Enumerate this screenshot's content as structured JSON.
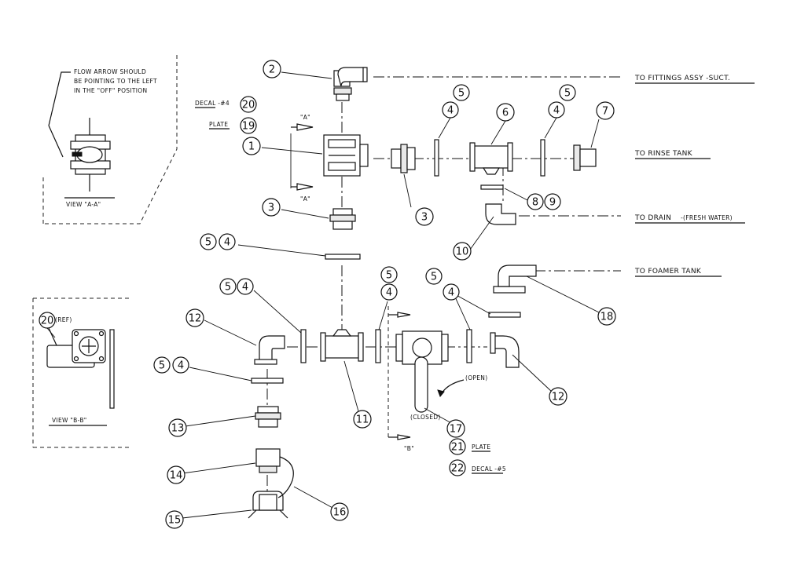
{
  "notes": {
    "flow_line1": "FLOW ARROW SHOULD",
    "flow_line2": "BE POINTING TO THE LEFT",
    "flow_line3": "IN THE \"OFF\" POSITION",
    "view_aa": "VIEW \"A-A\"",
    "view_bb": "VIEW \"B-B\"",
    "ref": "(REF)",
    "section_a": "\"A\"",
    "section_b": "\"B\"",
    "open": "(OPEN)",
    "closed": "(CLOSED)"
  },
  "labels": {
    "decal_top": "DECAL -#4",
    "plate_top": "PLATE",
    "plate_bottom": "PLATE",
    "decal_bottom": "DECAL -#5"
  },
  "destinations": {
    "fittings": "TO FITTINGS ASSY -SUCT.",
    "rinse": "TO RINSE TANK",
    "drain": "TO DRAIN",
    "drain_note": "-(FRESH WATER)",
    "foamer": "TO FOAMER TANK"
  },
  "balloons": [
    "1",
    "2",
    "3",
    "4",
    "5",
    "6",
    "7",
    "8",
    "9",
    "10",
    "11",
    "12",
    "13",
    "14",
    "15",
    "16",
    "17",
    "18",
    "19",
    "20",
    "21",
    "22"
  ]
}
